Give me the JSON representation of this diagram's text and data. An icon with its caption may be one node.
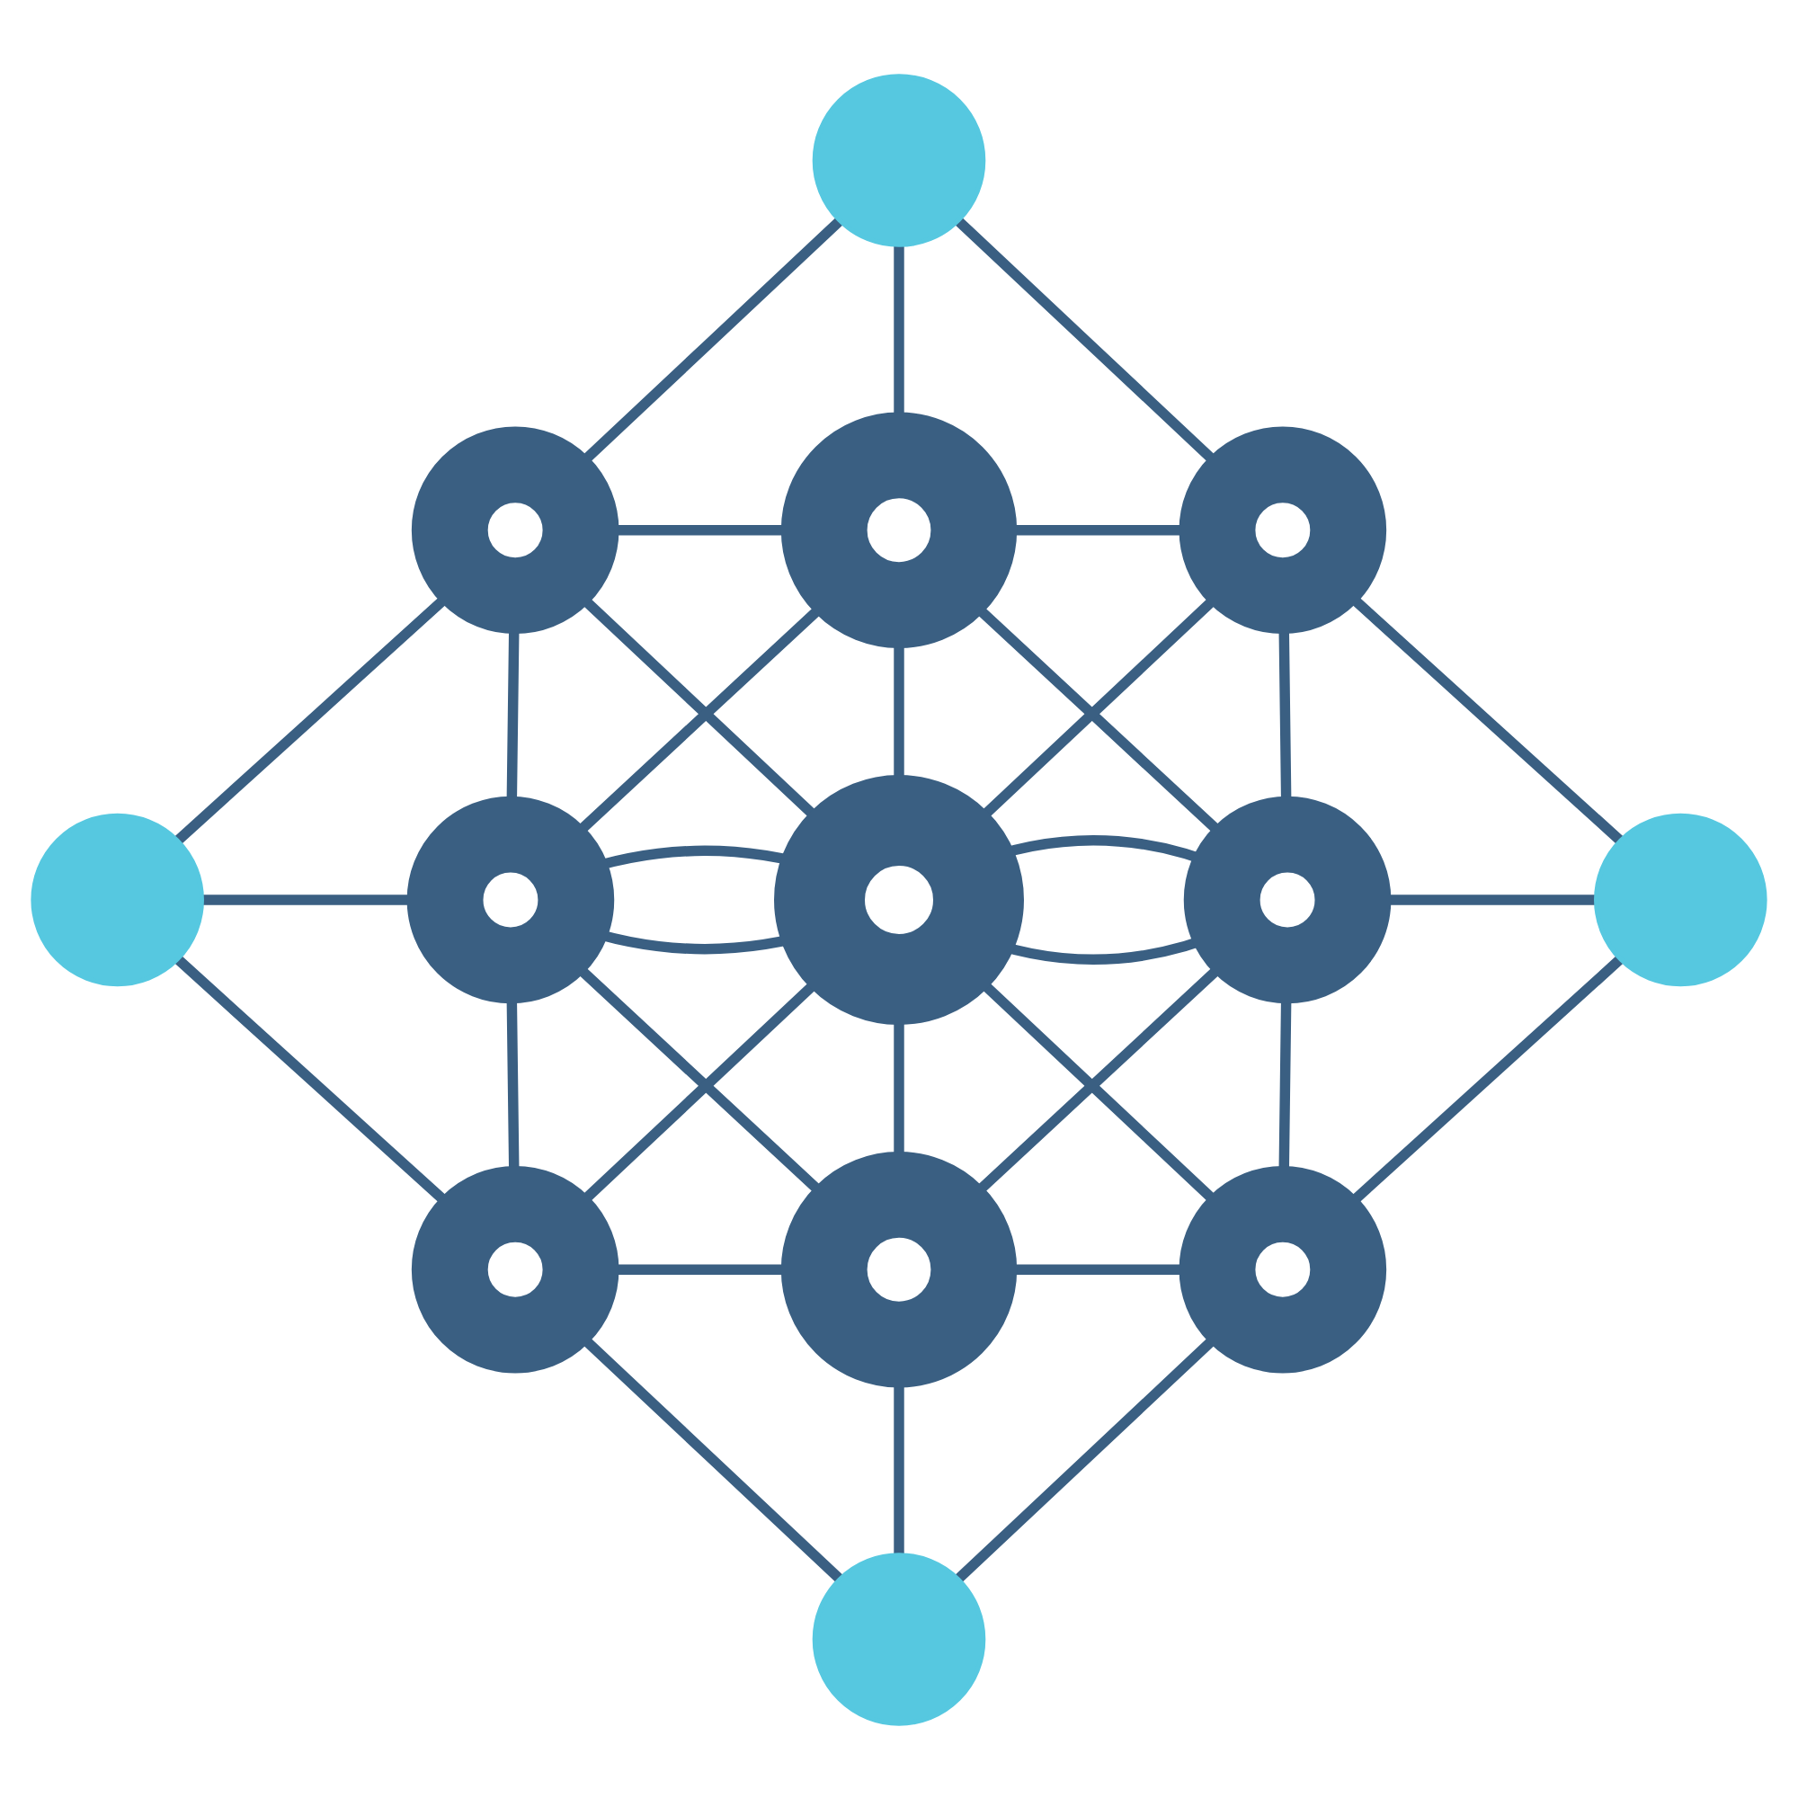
{
  "diagram": {
    "nodes": [
      {
        "text": [],
        "shape": "circle"
      },
      {
        "text": [],
        "shape": "ring"
      },
      {
        "text": [],
        "shape": "ring"
      },
      {
        "text": [],
        "shape": "ring"
      },
      {
        "text": [],
        "shape": "circle"
      },
      {
        "text": [],
        "shape": "ring"
      },
      {
        "text": [],
        "shape": "ring"
      },
      {
        "text": [],
        "shape": "ring"
      },
      {
        "text": [],
        "shape": "circle"
      },
      {
        "text": [],
        "shape": "ring"
      },
      {
        "text": [],
        "shape": "ring"
      },
      {
        "text": [],
        "shape": "ring"
      },
      {
        "text": [],
        "shape": "circle"
      }
    ],
    "edges": [
      {
        "from": 0,
        "to": 1,
        "arrow": "none"
      },
      {
        "from": 0,
        "to": 2,
        "arrow": "none"
      },
      {
        "from": 0,
        "to": 3,
        "arrow": "none"
      },
      {
        "from": 1,
        "to": 2,
        "arrow": "none"
      },
      {
        "from": 2,
        "to": 3,
        "arrow": "none"
      },
      {
        "from": 1,
        "to": 4,
        "arrow": "none"
      },
      {
        "from": 1,
        "to": 5,
        "arrow": "none"
      },
      {
        "from": 1,
        "to": 6,
        "arrow": "none"
      },
      {
        "from": 2,
        "to": 5,
        "arrow": "none"
      },
      {
        "from": 2,
        "to": 6,
        "arrow": "none"
      },
      {
        "from": 2,
        "to": 7,
        "arrow": "none"
      },
      {
        "from": 3,
        "to": 6,
        "arrow": "none"
      },
      {
        "from": 3,
        "to": 7,
        "arrow": "none"
      },
      {
        "from": 3,
        "to": 8,
        "arrow": "none"
      },
      {
        "from": 4,
        "to": 5,
        "arrow": "none"
      },
      {
        "from": 5,
        "to": 6,
        "arrow": "none"
      },
      {
        "from": 5,
        "to": 6,
        "arrow": "none"
      },
      {
        "from": 6,
        "to": 7,
        "arrow": "none"
      },
      {
        "from": 6,
        "to": 7,
        "arrow": "none"
      },
      {
        "from": 7,
        "to": 8,
        "arrow": "none"
      },
      {
        "from": 4,
        "to": 9,
        "arrow": "none"
      },
      {
        "from": 5,
        "to": 9,
        "arrow": "none"
      },
      {
        "from": 5,
        "to": 10,
        "arrow": "none"
      },
      {
        "from": 6,
        "to": 9,
        "arrow": "none"
      },
      {
        "from": 6,
        "to": 10,
        "arrow": "none"
      },
      {
        "from": 6,
        "to": 11,
        "arrow": "none"
      },
      {
        "from": 7,
        "to": 10,
        "arrow": "none"
      },
      {
        "from": 7,
        "to": 11,
        "arrow": "none"
      },
      {
        "from": 8,
        "to": 11,
        "arrow": "none"
      },
      {
        "from": 9,
        "to": 10,
        "arrow": "none"
      },
      {
        "from": 10,
        "to": 11,
        "arrow": "none"
      },
      {
        "from": 9,
        "to": 12,
        "arrow": "none"
      },
      {
        "from": 10,
        "to": 12,
        "arrow": "none"
      },
      {
        "from": 11,
        "to": 12,
        "arrow": "none"
      }
    ]
  }
}
